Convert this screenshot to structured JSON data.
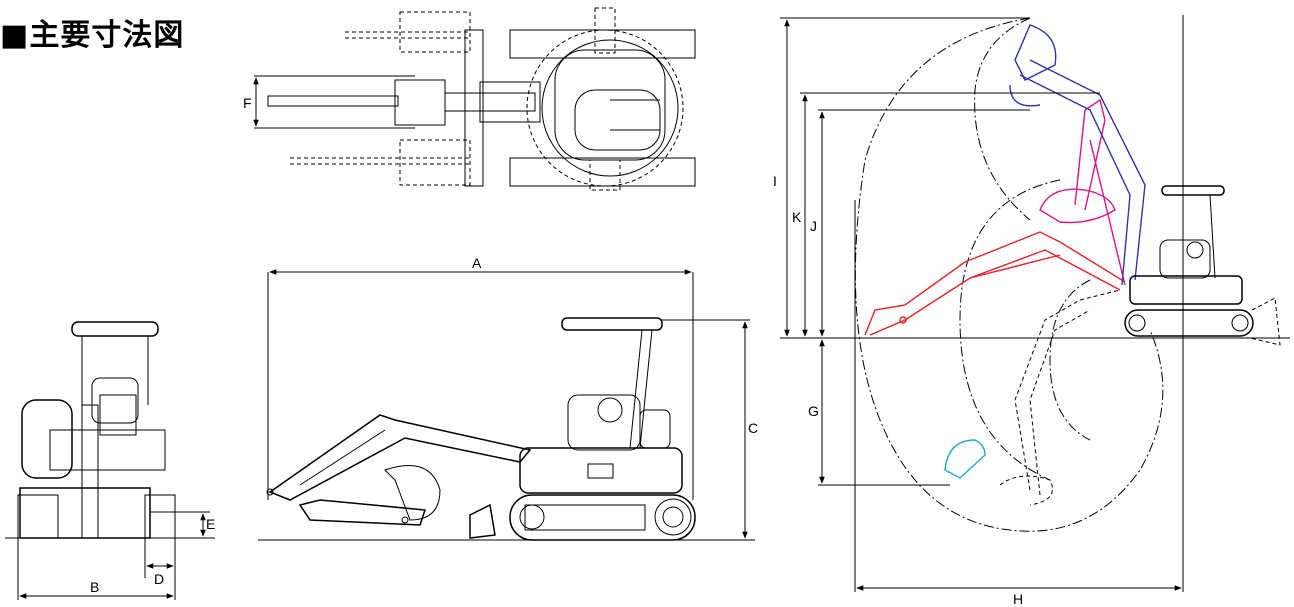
{
  "title": "■主要寸法図",
  "dimension_labels": {
    "A": "A",
    "B": "B",
    "C": "C",
    "D": "D",
    "E": "E",
    "F": "F",
    "G": "G",
    "H": "H",
    "I": "I",
    "J": "J",
    "K": "K"
  },
  "colors": {
    "max_reach_arm": "#e8202a",
    "dump_height_arm": "#e0118c",
    "max_height_arm": "#2d35a8",
    "max_depth_bucket": "#1ea8d8",
    "line": "#000000"
  }
}
